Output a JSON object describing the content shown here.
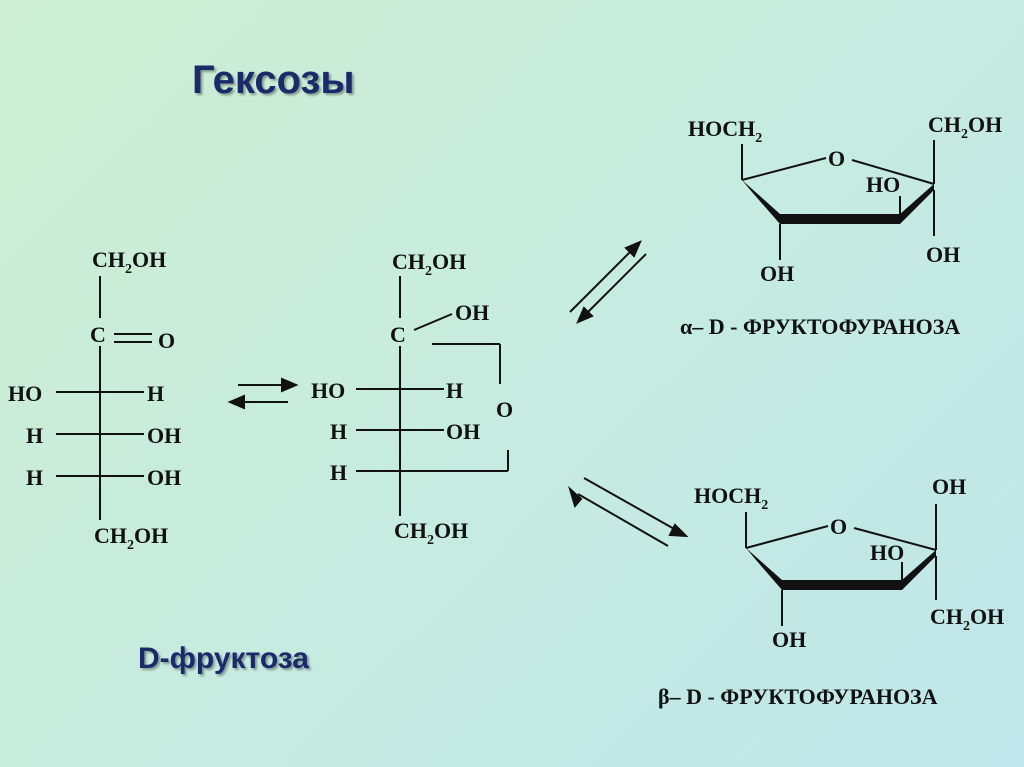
{
  "slide": {
    "title": "Гексозы",
    "compound_name": "D-фруктоза"
  },
  "labels": {
    "ch2oh": "CH2OH",
    "hoch2": "HOCH2",
    "oh": "OH",
    "ho": "HO",
    "h": "H",
    "c": "C",
    "o": "O"
  },
  "alpha": {
    "symbol": "α",
    "caption": "D - ФРУКТОФУРАНОЗА"
  },
  "beta": {
    "symbol": "β",
    "caption": "D - ФРУКТОФУРАНОЗА"
  }
}
